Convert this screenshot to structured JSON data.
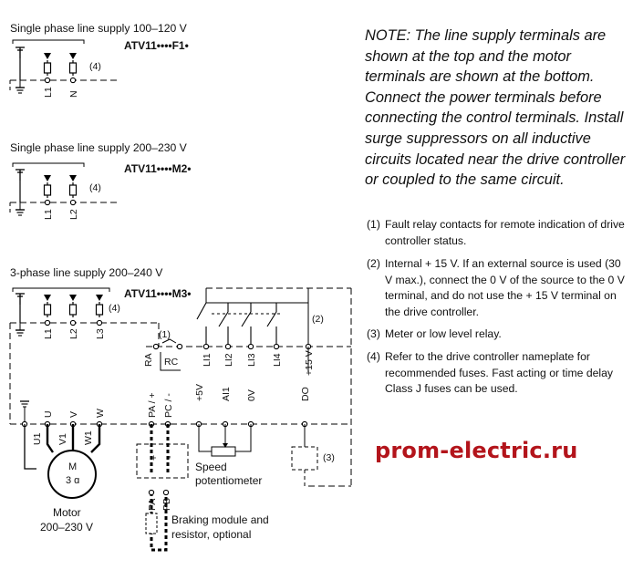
{
  "sections": [
    {
      "title": "Single phase line supply 100–120 V",
      "model": "ATV11••••F1•",
      "terminals": [
        "L1",
        "N"
      ],
      "fuse_note": "(4)"
    },
    {
      "title": "Single phase line supply 200–230 V",
      "model": "ATV11••••M2•",
      "terminals": [
        "L1",
        "L2"
      ],
      "fuse_note": "(4)"
    },
    {
      "title": "3-phase line supply 200–240 V",
      "model": "ATV11••••M3•",
      "terminals": [
        "L1",
        "L2",
        "L3"
      ],
      "fuse_note": "(4)"
    }
  ],
  "relay": {
    "note": "(1)",
    "terminals": [
      "RA",
      "RC"
    ]
  },
  "control_terminals": [
    "LI1",
    "LI2",
    "LI3",
    "LI4",
    "+15 V"
  ],
  "control_note": "(2)",
  "bottom_terminals": [
    "U",
    "V",
    "W",
    "PA / +",
    "PC / -",
    "+5V",
    "AI1",
    "0V",
    "DO"
  ],
  "motor": {
    "windings": [
      "U1",
      "V1",
      "W1"
    ],
    "symbol_letter": "M",
    "phases": "3 ɑ",
    "label": "Motor",
    "voltage": "200–230 V"
  },
  "braking": {
    "plus": "+",
    "minus": "-",
    "terminals": [
      "PA",
      "PB"
    ],
    "label_line1": "Braking module and",
    "label_line2": "resistor, optional"
  },
  "potentiometer": {
    "line1": "Speed",
    "line2": "potentiometer"
  },
  "meter_note": "(3)",
  "note": "NOTE: The line supply terminals are shown at the top and the motor terminals are shown at the bottom. Connect the power terminals before connecting the control terminals. Install surge suppressors on all inductive circuits located near the drive controller or coupled to the same circuit.",
  "footnotes": [
    {
      "num": "(1)",
      "text": "Fault relay contacts for remote indication of drive controller status."
    },
    {
      "num": "(2)",
      "text": "Internal + 15 V. If an external source is used (30 V max.), connect the 0 V of the source to the 0 V terminal, and do not use the + 15 V terminal on the drive controller."
    },
    {
      "num": "(3)",
      "text": "Meter or low level relay."
    },
    {
      "num": "(4)",
      "text": "Refer to the drive controller nameplate for recommended fuses. Fast acting or time delay Class J fuses can be used."
    }
  ],
  "watermark": "prom-electric.ru"
}
